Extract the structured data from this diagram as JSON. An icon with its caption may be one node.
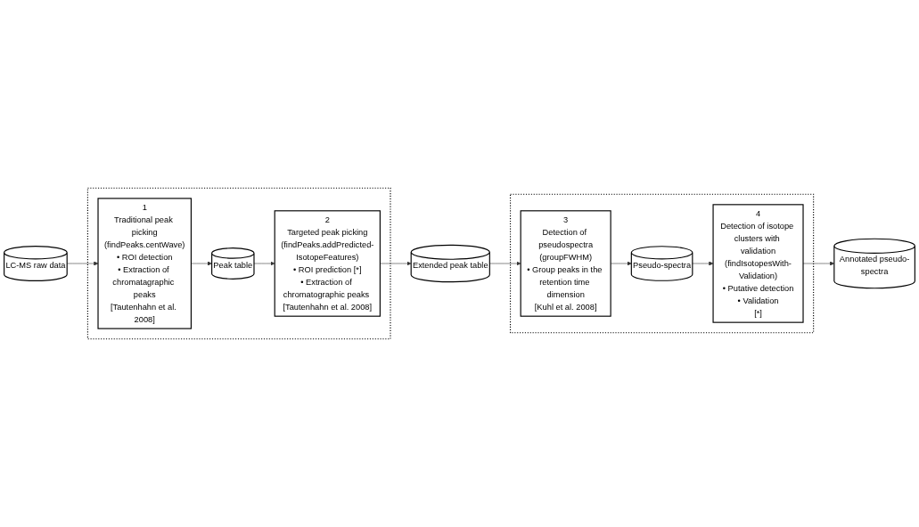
{
  "diagram": {
    "nodes": [
      {
        "text": [],
        "shape": "box"
      },
      {
        "text": [
          "LC-MS raw data"
        ]
      },
      {
        "text": [
          "1",
          "Traditional peak picking",
          "(findPeaks.centWave)",
          "• ROI detection",
          "• Extraction of chromatagraphic peaks",
          "[Tautenhahn et al. 2008]"
        ],
        "in": 0
      },
      {
        "text": [
          "Peak table"
        ],
        "in": 0
      },
      {
        "text": [
          "2",
          "Targeted peak picking",
          "(findPeaks.addPredicted-IsotopeFeatures)",
          "• ROI prediction [*]",
          "• Extraction of chromatographic peaks [Tautenhahn et al. 2008]"
        ],
        "in": 0
      },
      {
        "text": [
          "Extended peak table"
        ]
      },
      {
        "text": [],
        "shape": "box"
      },
      {
        "text": [
          "3",
          "Detection of pseudospectra",
          "(groupFWHM)",
          "• Group peaks in the retention time dimension",
          "[Kuhl et al. 2008]"
        ],
        "in": 6
      },
      {
        "text": [
          "Pseudo-spectra"
        ],
        "in": 6
      },
      {
        "text": [
          "4",
          "Detection of isotope clusters with validation",
          "(findIsotopesWith-Validation)",
          "• Putative detection",
          "• Validation",
          "[*]"
        ],
        "in": 6
      },
      {
        "text": [
          "Annotated pseudo-spectra"
        ]
      }
    ],
    "edges": [
      {
        "from": 1,
        "to": 2,
        "arrow": "to"
      },
      {
        "from": 2,
        "to": 3,
        "arrow": "to"
      },
      {
        "from": 3,
        "to": 4,
        "arrow": "to"
      },
      {
        "from": 4,
        "to": 5,
        "arrow": "to"
      },
      {
        "from": 5,
        "to": 7,
        "arrow": "to"
      },
      {
        "from": 7,
        "to": 8,
        "arrow": "to"
      },
      {
        "from": 8,
        "to": 9,
        "arrow": "to"
      },
      {
        "from": 9,
        "to": 10,
        "arrow": "to"
      }
    ]
  }
}
